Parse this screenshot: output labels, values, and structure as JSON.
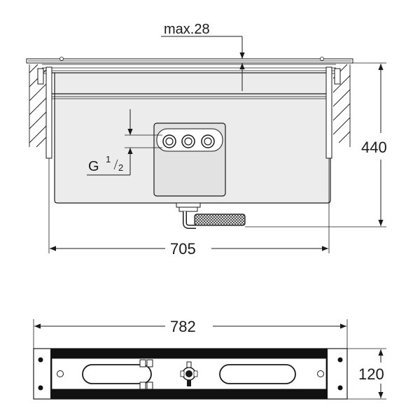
{
  "side_view": {
    "dim_max": "max.28",
    "dim_height": "440",
    "dim_width": "705",
    "thread_letter": "G",
    "thread_num": "1",
    "thread_den": "2"
  },
  "top_view": {
    "dim_width": "782",
    "dim_depth": "120"
  },
  "colors": {
    "line": "#1a1a1a",
    "body_fill": "#ececec",
    "hose_fill": "#777777",
    "dark_bar": "#111111"
  }
}
